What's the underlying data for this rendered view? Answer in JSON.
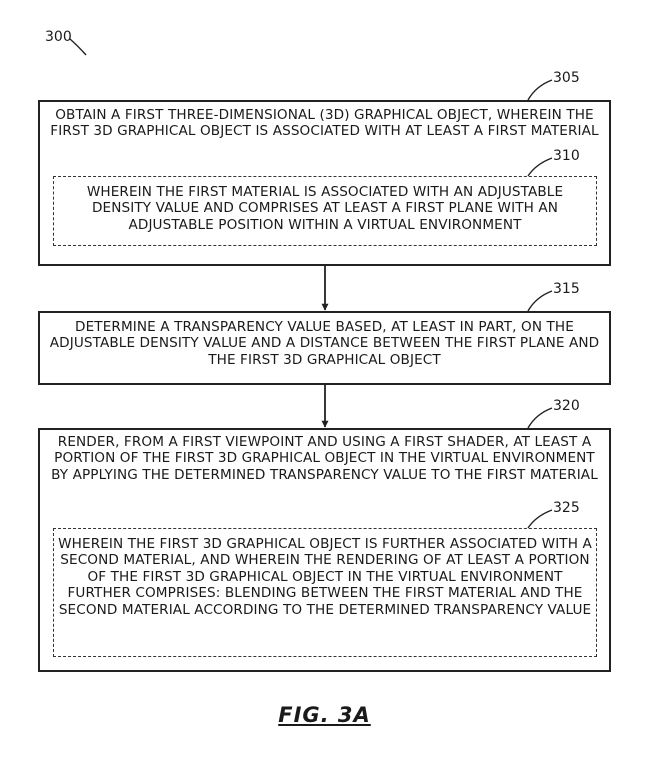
{
  "figure_ref": "300",
  "steps": [
    {
      "ref": "305",
      "text": "OBTAIN A FIRST THREE-DIMENSIONAL (3D) GRAPHICAL OBJECT, WHEREIN THE FIRST 3D GRAPHICAL OBJECT IS ASSOCIATED WITH AT LEAST A FIRST MATERIAL",
      "sub": {
        "ref": "310",
        "text": "WHEREIN THE FIRST MATERIAL IS ASSOCIATED WITH AN ADJUSTABLE DENSITY VALUE AND COMPRISES AT LEAST A FIRST PLANE WITH AN ADJUSTABLE POSITION WITHIN A VIRTUAL ENVIRONMENT"
      }
    },
    {
      "ref": "315",
      "text": "DETERMINE A TRANSPARENCY VALUE BASED, AT LEAST IN PART, ON THE ADJUSTABLE DENSITY VALUE AND A DISTANCE BETWEEN THE FIRST PLANE AND THE FIRST 3D GRAPHICAL OBJECT"
    },
    {
      "ref": "320",
      "text": "RENDER, FROM A FIRST VIEWPOINT AND USING A FIRST SHADER, AT LEAST A PORTION OF THE FIRST 3D GRAPHICAL OBJECT IN THE VIRTUAL ENVIRONMENT BY APPLYING THE DETERMINED TRANSPARENCY VALUE TO THE FIRST MATERIAL",
      "sub": {
        "ref": "325",
        "text": "WHEREIN THE FIRST 3D GRAPHICAL OBJECT IS FURTHER ASSOCIATED WITH A SECOND MATERIAL, AND WHEREIN THE RENDERING OF AT LEAST A PORTION OF THE FIRST 3D GRAPHICAL OBJECT IN THE VIRTUAL ENVIRONMENT FURTHER COMPRISES: BLENDING BETWEEN THE FIRST MATERIAL AND THE SECOND MATERIAL ACCORDING TO THE DETERMINED TRANSPARENCY VALUE"
      }
    }
  ],
  "caption": "FIG. 3A"
}
